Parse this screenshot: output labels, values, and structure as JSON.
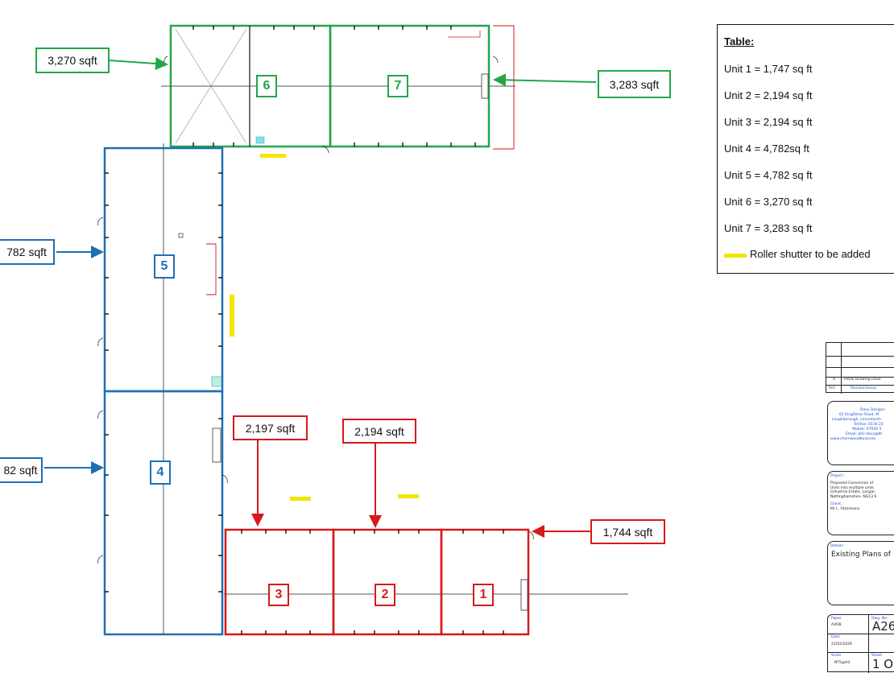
{
  "units": [
    {
      "number": "6",
      "area_label": "3,270 sqft"
    },
    {
      "number": "7",
      "area_label": "3,283 sqft"
    },
    {
      "number": "5",
      "area_label": "782 sqft"
    },
    {
      "number": "4",
      "area_label": "82 sqft"
    },
    {
      "number": "3",
      "area_label": "2,197 sqft"
    },
    {
      "number": "2",
      "area_label": "2,194 sqft"
    },
    {
      "number": "1",
      "area_label": "1,744 sqft"
    }
  ],
  "legend": {
    "title": "Table:",
    "rows": [
      "Unit 1 = 1,747 sq ft",
      "Unit 2 = 2,194 sq ft",
      "Unit 3 = 2,194 sq ft",
      "Unit 4 = 4,782sq ft",
      "Unit 5 = 4,782 sq ft",
      "Unit 6 = 3,270 sq ft",
      "Unit 7 = 3,283 sq ft"
    ],
    "roller_label": "Roller shutter to be added",
    "roller_color": "#f2e600"
  },
  "colors": {
    "green": "#22a64b",
    "blue": "#1f6fb2",
    "red": "#d7191c",
    "yellow": "#f2e600"
  },
  "title_block": {
    "rev_letter": "A",
    "rev_desc": "Initial Drawing Issue",
    "ref_label": "Ref.",
    "ref_desc": "Revision/Issue",
    "company_lines": [
      "Davy Designs",
      "61 Kingfisher Road, M",
      "Loughborough, Leicestersh",
      "Tel/Fax: 0116 23",
      "Mobile: 07939 5",
      "Email: phil.davy@bt",
      "www.charnwoodbusiness"
    ],
    "project_label": "Project :",
    "project_lines": [
      "Proposed Conversion of",
      "Units into multiple units",
      "Industrial Estate, Langar,",
      "Nottinghamshire. NG13 9"
    ],
    "client_label": "Client :",
    "client_name": "Mr L. Fitzsimons.",
    "details_label": "Details :",
    "details_text": "Existing Plans of",
    "paper_label": "Paper",
    "paper_value": "A4OB",
    "dwg_label": "Dwg. No.",
    "dwg_value": "A26",
    "date_label": "Date",
    "date_value": "21/02/2026",
    "scale_label": "Scale",
    "scale_value": "NTS@A3",
    "sheet_label": "Sheet",
    "sheet_value": "1 O"
  }
}
